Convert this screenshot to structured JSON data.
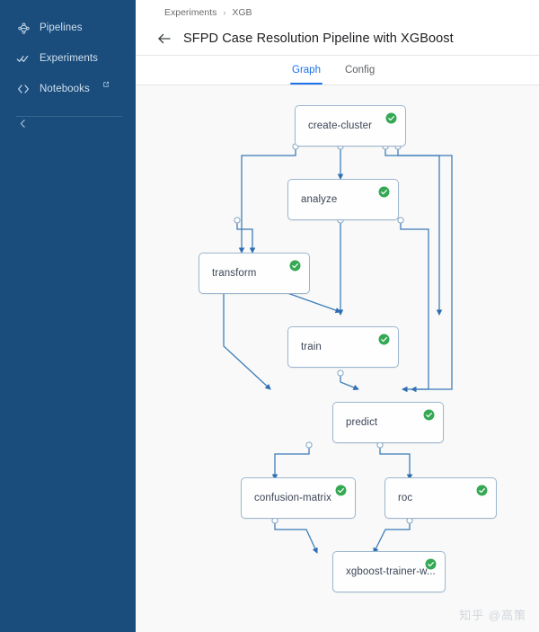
{
  "sidebar": {
    "items": [
      {
        "label": "Pipelines",
        "icon": "pipelines-icon",
        "external": false
      },
      {
        "label": "Experiments",
        "icon": "experiments-icon",
        "external": false
      },
      {
        "label": "Notebooks",
        "icon": "notebooks-icon",
        "external": true
      }
    ],
    "collapse_icon": "chevron-left-icon",
    "background_color": "#1a4c7c"
  },
  "header": {
    "breadcrumb": [
      "Experiments",
      "XGB"
    ],
    "breadcrumb_separator": "›",
    "back_icon": "back-arrow-icon",
    "title": "SFPD Case Resolution Pipeline with XGBoost"
  },
  "tabs": [
    {
      "label": "Graph",
      "active": true
    },
    {
      "label": "Config",
      "active": false
    }
  ],
  "graph": {
    "accent_color": "#1a73e8",
    "edge_color": "#336fb0",
    "node_border_color": "#9cb6d0",
    "status_color": "#34a853",
    "status_icon": "check-circle-icon",
    "nodes": [
      {
        "id": "create-cluster",
        "label": "create-cluster",
        "status": "succeeded"
      },
      {
        "id": "analyze",
        "label": "analyze",
        "status": "succeeded"
      },
      {
        "id": "transform",
        "label": "transform",
        "status": "succeeded"
      },
      {
        "id": "train",
        "label": "train",
        "status": "succeeded"
      },
      {
        "id": "predict",
        "label": "predict",
        "status": "succeeded"
      },
      {
        "id": "confusion-matrix",
        "label": "confusion-matrix",
        "status": "succeeded"
      },
      {
        "id": "roc",
        "label": "roc",
        "status": "succeeded"
      },
      {
        "id": "xgboost-trainer",
        "label": "xgboost-trainer-w...",
        "status": "succeeded"
      }
    ]
  },
  "watermark": "知乎 @高策"
}
